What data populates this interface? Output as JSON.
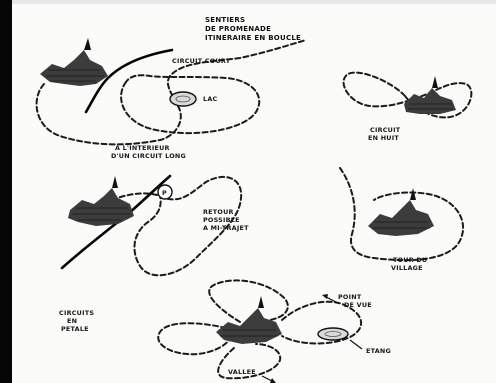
{
  "title": {
    "line1": "SENTIERS",
    "line2": "DE PROMENADE",
    "line3": "ITINERAIRE EN BOUCLE"
  },
  "panels": {
    "circuit_court": {
      "circuit_label": "CIRCUIT COURT",
      "lake_label": "LAC",
      "interior_line1": "A L'INTERIEUR",
      "interior_line2": "D'UN CIRCUIT LONG"
    },
    "circuit_en_huit": {
      "label_line1": "CIRCUIT",
      "label_line2": "EN HUIT"
    },
    "retour": {
      "parking_symbol": "P",
      "label_line1": "RETOUR",
      "label_line2": "POSSIBLE",
      "label_line3": "A MI-TRAJET"
    },
    "tour_du_village": {
      "label_line1": "TOUR DU",
      "label_line2": "VILLAGE"
    },
    "circuits_en_petale": {
      "label_line1": "CIRCUITS",
      "label_line2": "EN",
      "label_line3": "PETALE",
      "viewpoint_line1": "POINT",
      "viewpoint_line2": "DE VUE",
      "pond_label": "ETANG",
      "valley_label": "VALLEE"
    }
  },
  "colors": {
    "ink": "#161616",
    "paper": "#fbfbfa",
    "border": "#060606"
  }
}
